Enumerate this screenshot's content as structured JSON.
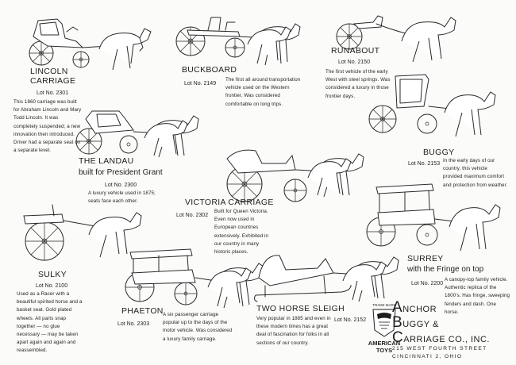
{
  "vehicles": {
    "lincoln": {
      "name_line1": "LINCOLN",
      "name_line2": "CARRIAGE",
      "lot": "Lot No. 2301",
      "desc": "This 1860 carriage was built for Abraham Lincoln and Mary Todd Lincoln. It was completely suspended; a new innovation then introduced. Driver had a separate seat on a separate level."
    },
    "buckboard": {
      "name": "BUCKBOARD",
      "lot": "Lot No. 2149",
      "desc": "The first all around transportation vehicle used on the Western frontier. Was considered comfortable on long trips."
    },
    "runabout": {
      "name": "RUNABOUT",
      "lot": "Lot No. 2150",
      "desc": "The first vehicle of the early West with steel springs. Was considered a luxury in those frontier days."
    },
    "landau": {
      "name": "THE LANDAU",
      "subtitle": "built for President Grant",
      "lot": "Lot No. 2300",
      "desc": "A luxury vehicle used in 1875; seats face each other."
    },
    "buggy": {
      "name": "BUGGY",
      "lot": "Lot No. 2153",
      "desc": "In the early days of our country, this vehicle provided maximum comfort and protection from weather."
    },
    "victoria": {
      "name": "VICTORIA CARRIAGE",
      "lot": "Lot No. 2302",
      "desc": "Built for Queen Victoria. Even now used in European countries extensively. Exhibited in our country in many historic places."
    },
    "sulky": {
      "name": "SULKY",
      "lot": "Lot No. 2100",
      "desc": "Used as a Racer with a beautiful spirited horse and a basket seat. Gold plated wheels. All parts snap together — no glue necessary — may be taken apart again and again and reassembled."
    },
    "phaeton": {
      "name": "PHAETON",
      "lot": "Lot No. 2303",
      "desc": "A six passenger carriage popular up to the days of the motor vehicle. Was considered a luxury family carriage."
    },
    "surrey": {
      "name_line1": "SURREY",
      "name_line2": "with the Fringe on top",
      "lot": "Lot No. 2200",
      "desc": "A canopy-top family vehicle. Authentic replica of the 1800's. Has fringe, sweeping fenders and dash. One horse."
    },
    "sleigh": {
      "name": "TWO HORSE SLEIGH",
      "lot": "Lot No. 2152",
      "desc": "Very popular in 1885 and even in these modern times has a great deal of fascination for folks in all sections of our country."
    }
  },
  "company": {
    "line1_initial": "A",
    "line1_rest": "NCHOR",
    "line2_initial": "B",
    "line2_rest": "UGGY &",
    "line3_initial": "C",
    "line3_rest": "ARRIAGE CO., INC.",
    "address1": "215 WEST FOURTH STREET",
    "address2": "CINCINNATI 2, OHIO"
  },
  "badge": {
    "top": "TRADE MARK",
    "word1": "AMERICAN",
    "word2": "TOYS"
  },
  "colors": {
    "ink": "#1e1e1e",
    "paper": "#fbfbf9"
  }
}
